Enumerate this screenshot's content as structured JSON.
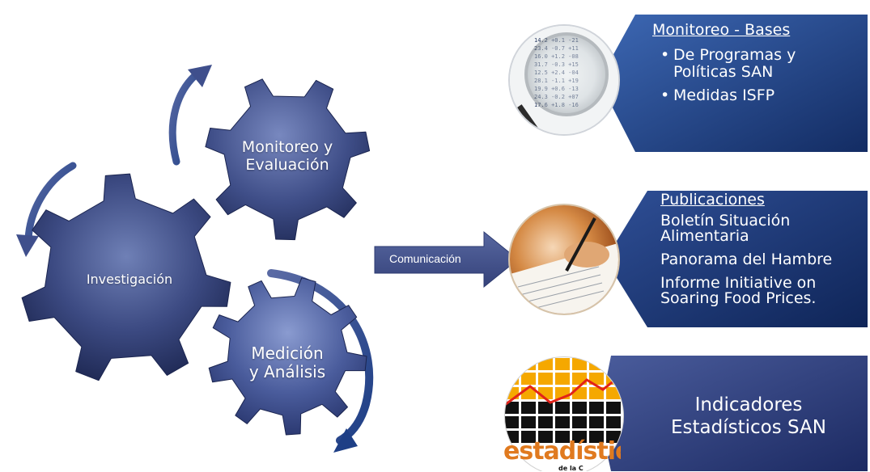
{
  "gears": {
    "investigacion": "Investigación",
    "monitoreo_line1": "Monitoreo y",
    "monitoreo_line2": "Evaluación",
    "medicion_line1": "Medición",
    "medicion_line2": "y Análisis"
  },
  "communication_arrow": {
    "label": "Comunicación"
  },
  "cards": {
    "monitoreo": {
      "title": "Monitoreo - Bases",
      "items": [
        "De Programas y Políticas SAN",
        "Medidas ISFP"
      ]
    },
    "publicaciones": {
      "title": "Publicaciones",
      "items": [
        "Boletín Situación Alimentaria",
        "Panorama del Hambre",
        "Informe Initiative on Soaring Food Prices."
      ]
    },
    "indicadores": {
      "line1": "Indicadores",
      "line2": "Estadísticos SAN"
    }
  },
  "thumbnails": {
    "estadisticas_text": "estadístic",
    "estadisticas_sub": "de la C"
  },
  "colors": {
    "gear_dark": "#1e2a55",
    "gear_light": "#6a7cb0",
    "card_dark": "#14306a",
    "card_light": "#3a64b0",
    "arrow": "#4a5a94",
    "chart_orange": "#f5a800"
  }
}
